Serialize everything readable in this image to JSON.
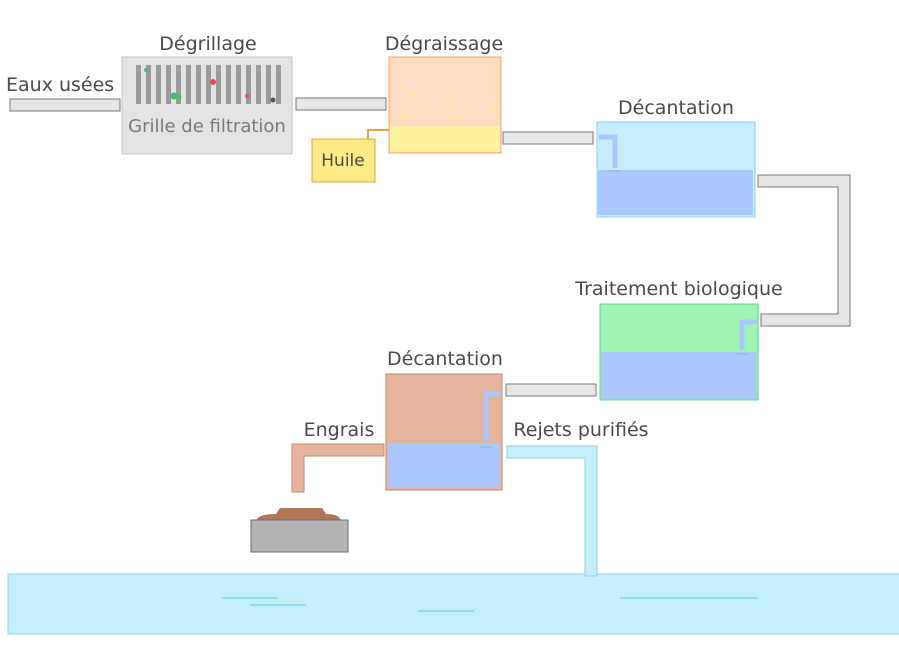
{
  "inlet_label": "Eaux usées",
  "screening": {
    "title": "Dégrillage",
    "grid_label": "Grille de filtration"
  },
  "degreasing": {
    "title": "Dégraissage",
    "oil_label": "Huile"
  },
  "primary_settling": {
    "title": "Décantation"
  },
  "biological": {
    "title": "Traitement biologique"
  },
  "secondary_settling": {
    "title": "Décantation"
  },
  "sludge_label": "Engrais",
  "outlet_label": "Rejets purifiés",
  "colors": {
    "pipe_fill": "#e6e6e6",
    "pipe_stroke": "#7a7a7a",
    "screening_box": "#e3e3e3",
    "degreasing_box": "#fedcc2",
    "degreasing_stroke": "#f4a56a",
    "grease_layer": "#fff3a0",
    "oil_box": "#ffeb85",
    "oil_stroke": "#e8a23c",
    "settling_box": "#c4eefb",
    "settling_stroke": "#8ccff0",
    "water": "#aac8fb",
    "biological_box": "#9ef3b5",
    "biological_stroke": "#5cd47e",
    "sludge_box": "#e4b39a",
    "sludge_stroke": "#c98a6c",
    "river": "#c4eefb",
    "river_stroke": "#8ccff0",
    "fertilizer": "#b47656",
    "fertilizer_base": "#b4b4b4"
  }
}
